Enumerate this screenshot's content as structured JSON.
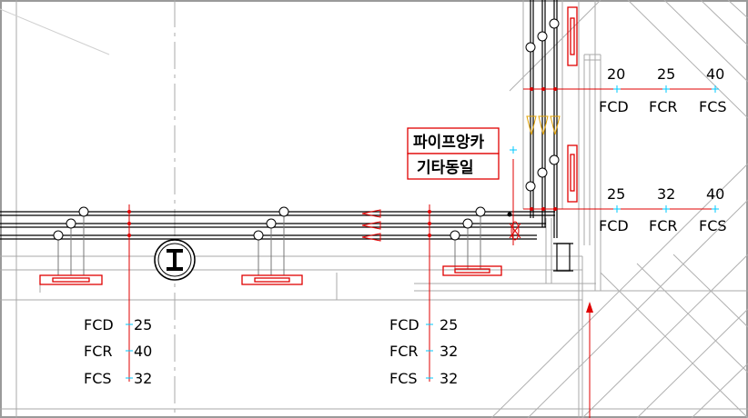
{
  "note": {
    "line1": "파이프앙카",
    "line2": "기타동일"
  },
  "top_callout": {
    "sizes": [
      "20",
      "25",
      "40"
    ],
    "codes": [
      "FCD",
      "FCR",
      "FCS"
    ]
  },
  "mid_callout": {
    "sizes": [
      "25",
      "32",
      "40"
    ],
    "codes": [
      "FCD",
      "FCR",
      "FCS"
    ]
  },
  "left_callout": {
    "rows": [
      {
        "code": "FCD",
        "size": "25"
      },
      {
        "code": "FCR",
        "size": "40"
      },
      {
        "code": "FCS",
        "size": "32"
      }
    ]
  },
  "center_callout": {
    "rows": [
      {
        "code": "FCD",
        "size": "25"
      },
      {
        "code": "FCR",
        "size": "32"
      },
      {
        "code": "FCS",
        "size": "32"
      }
    ]
  },
  "colors": {
    "pipe": "#000000",
    "red_line": "#e00000",
    "grid": "#b0b0b0",
    "cyan": "#00c8ff",
    "yellow": "#e0c000"
  }
}
